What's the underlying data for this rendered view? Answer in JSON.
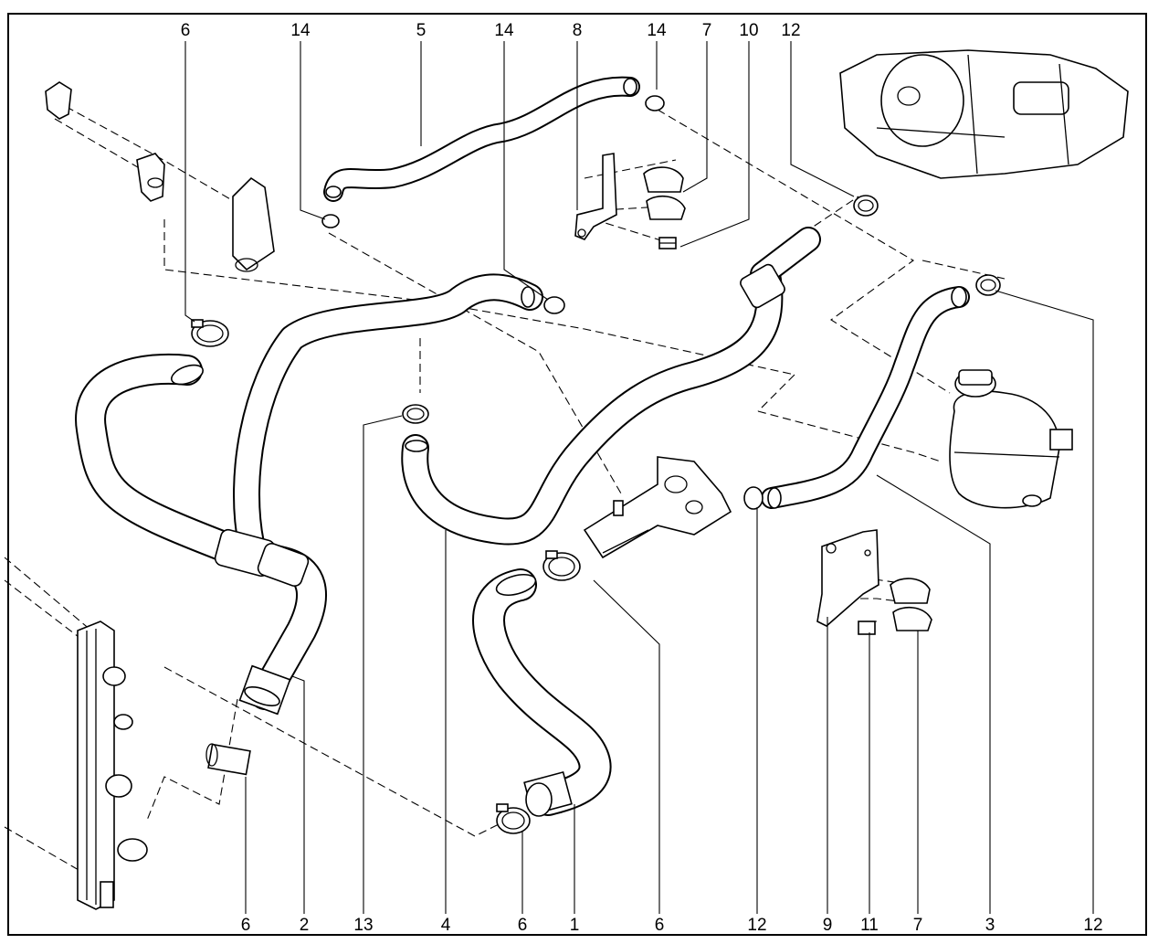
{
  "callouts": {
    "top": [
      "6",
      "14",
      "5",
      "14",
      "8",
      "14",
      "7",
      "10",
      "12"
    ],
    "bottom": [
      "6",
      "2",
      "13",
      "4",
      "6",
      "1",
      "6",
      "12",
      "9",
      "11",
      "7",
      "3",
      "12"
    ]
  }
}
